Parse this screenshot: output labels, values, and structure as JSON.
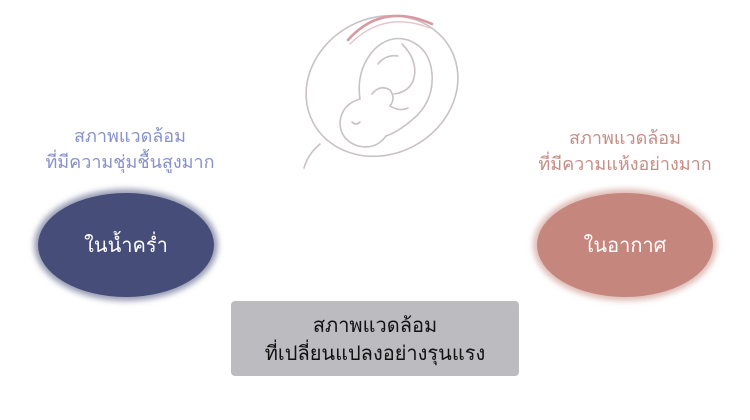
{
  "diagram": {
    "left": {
      "label_line1": "สภาพแวดล้อม",
      "label_line2": "ที่มีความชุ่มชื้นสูงมาก",
      "blob_text": "ในน้ำคร่ำ",
      "label_color": "#8690cc",
      "blob_color": "#454d78"
    },
    "right": {
      "label_line1": "สภาพแวดล้อม",
      "label_line2": "ที่มีความแห้งอย่างมาก",
      "blob_text": "ในอากาศ",
      "label_color": "#c58d85",
      "blob_color": "#c4867d"
    },
    "center": {
      "line1": "สภาพแวดล้อม",
      "line2": "ที่เปลี่ยนแปลงอย่างรุนแรง",
      "box_color": "#bcbcc0"
    },
    "illustration": {
      "icon": "fetus-in-womb-icon"
    }
  }
}
